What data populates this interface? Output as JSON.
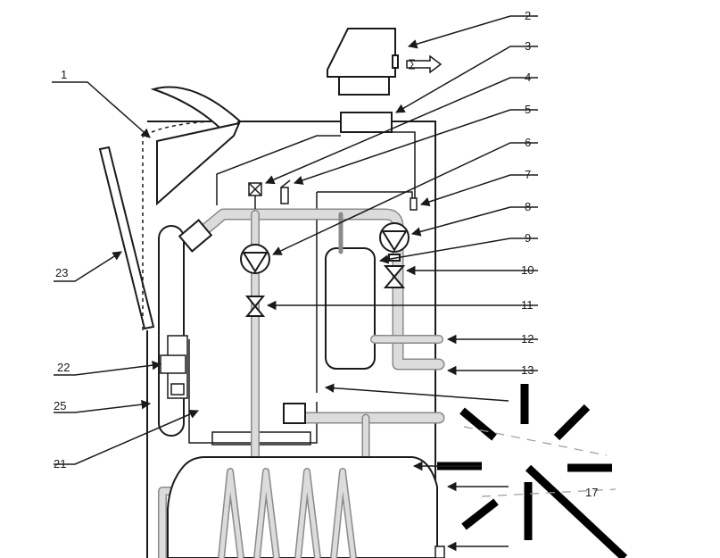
{
  "labels": [
    {
      "id": "1",
      "text": "1"
    },
    {
      "id": "2",
      "text": "2"
    },
    {
      "id": "3",
      "text": "3"
    },
    {
      "id": "4",
      "text": "4"
    },
    {
      "id": "5",
      "text": "5"
    },
    {
      "id": "6",
      "text": "6"
    },
    {
      "id": "7",
      "text": "7"
    },
    {
      "id": "8",
      "text": "8"
    },
    {
      "id": "9",
      "text": "9"
    },
    {
      "id": "10",
      "text": "10"
    },
    {
      "id": "11",
      "text": "11"
    },
    {
      "id": "12",
      "text": "12"
    },
    {
      "id": "13",
      "text": "13"
    },
    {
      "id": "17",
      "text": "17"
    },
    {
      "id": "21",
      "text": "21"
    },
    {
      "id": "22",
      "text": "22"
    },
    {
      "id": "23",
      "text": "23"
    },
    {
      "id": "25",
      "text": "25"
    }
  ],
  "colors": {
    "line": "#1a1a1a",
    "pipe_fill": "#dcdcdc",
    "pipe_edge": "#8a8a8a",
    "background": "#ffffff"
  }
}
